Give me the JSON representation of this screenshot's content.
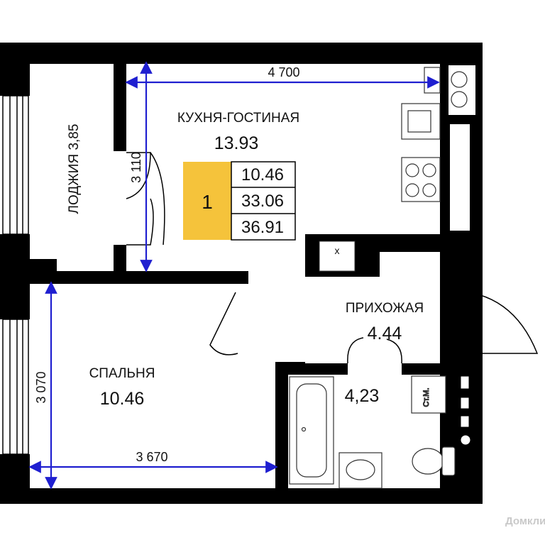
{
  "rooms": {
    "kitchen": {
      "name": "КУХНЯ-ГОСТИНАЯ",
      "area": "13.93"
    },
    "hall": {
      "name": "ПРИХОЖАЯ",
      "area": "4.44"
    },
    "bedroom": {
      "name": "СПАЛЬНЯ",
      "area": "10.46"
    },
    "loggia": {
      "name": "ЛОДЖИЯ 3,85"
    },
    "bath": {
      "area": "4,23"
    }
  },
  "dimensions": {
    "kitchen_width": "4 700",
    "kitchen_depth": "3 110",
    "bedroom_depth": "3 070",
    "bedroom_width": "3 670"
  },
  "summary": {
    "rooms_count": "1",
    "living_area": "10.46",
    "total_living": "33.06",
    "total_area": "36.91"
  },
  "fixtures": {
    "washer_label": "Ст.М.",
    "fridge_mark": "x"
  },
  "watermark": "Домклик",
  "colors": {
    "wall": "#000000",
    "dim_line": "#1f1fd0",
    "badge": "#f5c33b"
  }
}
